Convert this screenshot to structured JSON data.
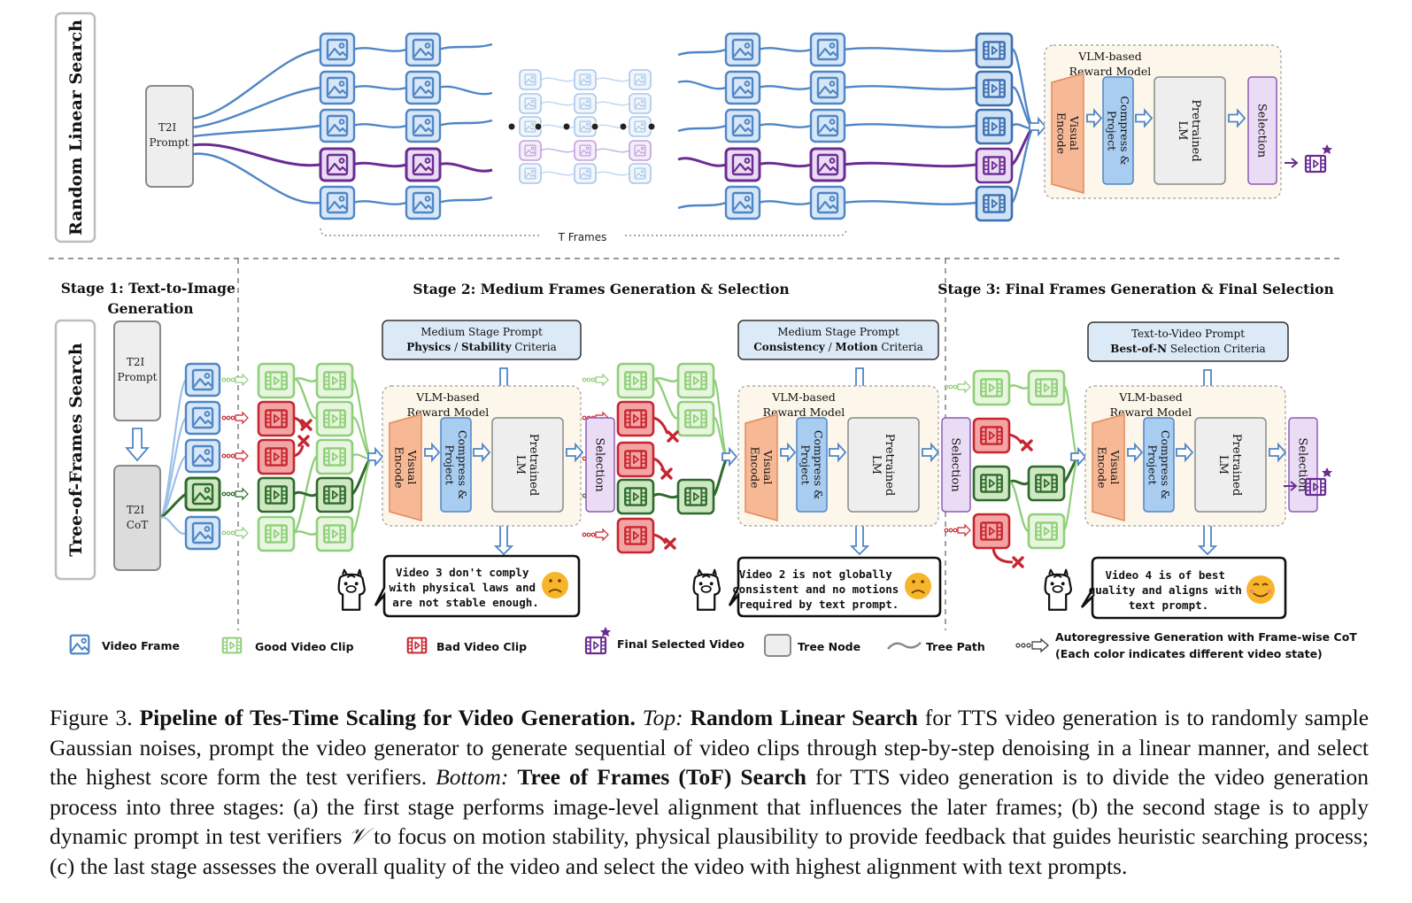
{
  "top": {
    "section_label": "Random Linear Search",
    "prompt_label": [
      "T2I",
      "Prompt"
    ],
    "t_frames": "T Frames",
    "reward_model": {
      "title": [
        "VLM-based",
        "Reward Model"
      ],
      "visual_encode": [
        "Visual",
        "Encode"
      ],
      "compress": [
        "Compress &",
        "Project"
      ],
      "pretrained": [
        "Pretrained",
        "LM"
      ],
      "selection": "Selection"
    }
  },
  "bottom": {
    "section_label": "Tree-of-Frames Search",
    "stage1": {
      "title": [
        "Stage 1: Text-to-Image",
        "Generation"
      ],
      "prompt": [
        "T2I",
        "Prompt"
      ],
      "cot": [
        "T2I",
        "CoT"
      ]
    },
    "stage2": {
      "title": "Stage 2: Medium Frames Generation & Selection",
      "prompt_a": {
        "line1": "Medium Stage Prompt",
        "bold1": "Physics",
        "sep": " / ",
        "bold2": "Stability",
        "rest": " Criteria"
      },
      "prompt_b": {
        "line1": "Medium Stage Prompt",
        "bold1": "Consistency",
        "sep": " / ",
        "bold2": "Motion",
        "rest": " Criteria"
      },
      "bubble_a": [
        "Video 3 don't comply",
        "with physical laws and",
        "are not stable enough."
      ],
      "bubble_b": [
        "Video 2 is not globally",
        "consistent and no motions",
        "required by text prompt."
      ]
    },
    "stage3": {
      "title": "Stage 3: Final Frames Generation & Final Selection",
      "prompt": {
        "line1": "Text-to-Video Prompt",
        "bold1": "Best-of-N",
        "rest": " Selection Criteria"
      },
      "bubble": [
        "Video 4 is of best",
        "quality and aligns with",
        "text prompt."
      ]
    },
    "reward_model": {
      "title": [
        "VLM-based",
        "Reward Model"
      ],
      "visual_encode": [
        "Visual",
        "Encode"
      ],
      "compress": [
        "Compress &",
        "Project"
      ],
      "pretrained": [
        "Pretrained",
        "LM"
      ],
      "selection": "Selection"
    }
  },
  "legend": {
    "video_frame": "Video Frame",
    "good_clip": "Good Video Clip",
    "bad_clip": "Bad Video Clip",
    "final_video": "Final Selected Video",
    "tree_node": "Tree Node",
    "tree_path": "Tree Path",
    "autoregressive": [
      "Autoregressive Generation with Frame-wise CoT",
      "(Each color indicates different video state)"
    ]
  },
  "caption": {
    "prefix": "Figure 3. ",
    "title": "Pipeline of Tes-Time Scaling for Video Generation.",
    "top_label": "Top:",
    "rls": "Random Linear Search",
    "part1": " for TTS video generation is to randomly sample Gaussian noises, prompt the video generator to generate sequential of video clips through step-by-step denoising in a linear manner, and select the highest score form the test verifiers. ",
    "bottom_label": "Bottom:",
    "tof": "Tree of Frames (ToF) Search",
    "part2": " for TTS video generation is to divide the video generation process into three stages: (a) the first stage performs image-level alignment that influences the later frames; (b) the second stage is to apply dynamic prompt in test verifiers ",
    "verifier_symbol": "𝒱",
    "part3": " to focus on motion stability, physical plausibility to provide feedback that guides heuristic searching process; (c) the last stage assesses the overall quality of the video and select the video with highest alignment with text prompts."
  },
  "colors": {
    "blue": "#4f86c6",
    "blue_fill": "#d7e7f7",
    "green": "#8fcf7a",
    "green_fill": "#e8f6df",
    "dark_green": "#2f6a2a",
    "dark_green_fill": "#cfe8c4",
    "red": "#c7262f",
    "red_fill": "#f3a5a5",
    "purple": "#6a2c91",
    "purple_fill": "#eadcf4",
    "orange": "#f7b896",
    "cream": "#fdf6ea"
  }
}
